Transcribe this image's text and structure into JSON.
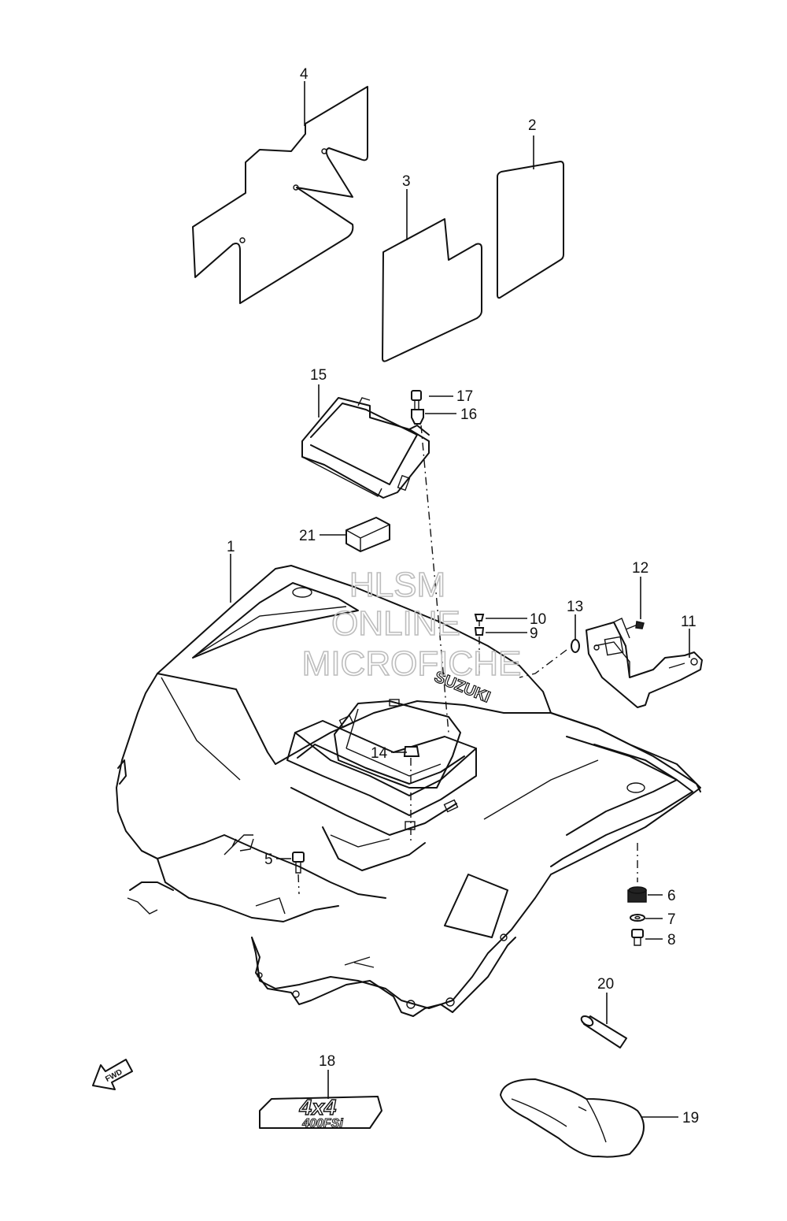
{
  "watermark": {
    "line1": "HLSM",
    "line2": "ONLINE",
    "line3": "MICROFICHE"
  },
  "callouts": {
    "p1": "1",
    "p2": "2",
    "p3": "3",
    "p4": "4",
    "p5": "5",
    "p6": "6",
    "p7": "7",
    "p8": "8",
    "p9": "9",
    "p10": "10",
    "p11": "11",
    "p12": "12",
    "p13": "13",
    "p14": "14",
    "p15": "15",
    "p16": "16",
    "p17": "17",
    "p18": "18",
    "p19": "19",
    "p20": "20",
    "p21": "21"
  },
  "fender_brand": "SUZUKI",
  "fwd_arrow": "FWD",
  "emblem": {
    "line1": "4x4",
    "line2": "400FSi"
  }
}
